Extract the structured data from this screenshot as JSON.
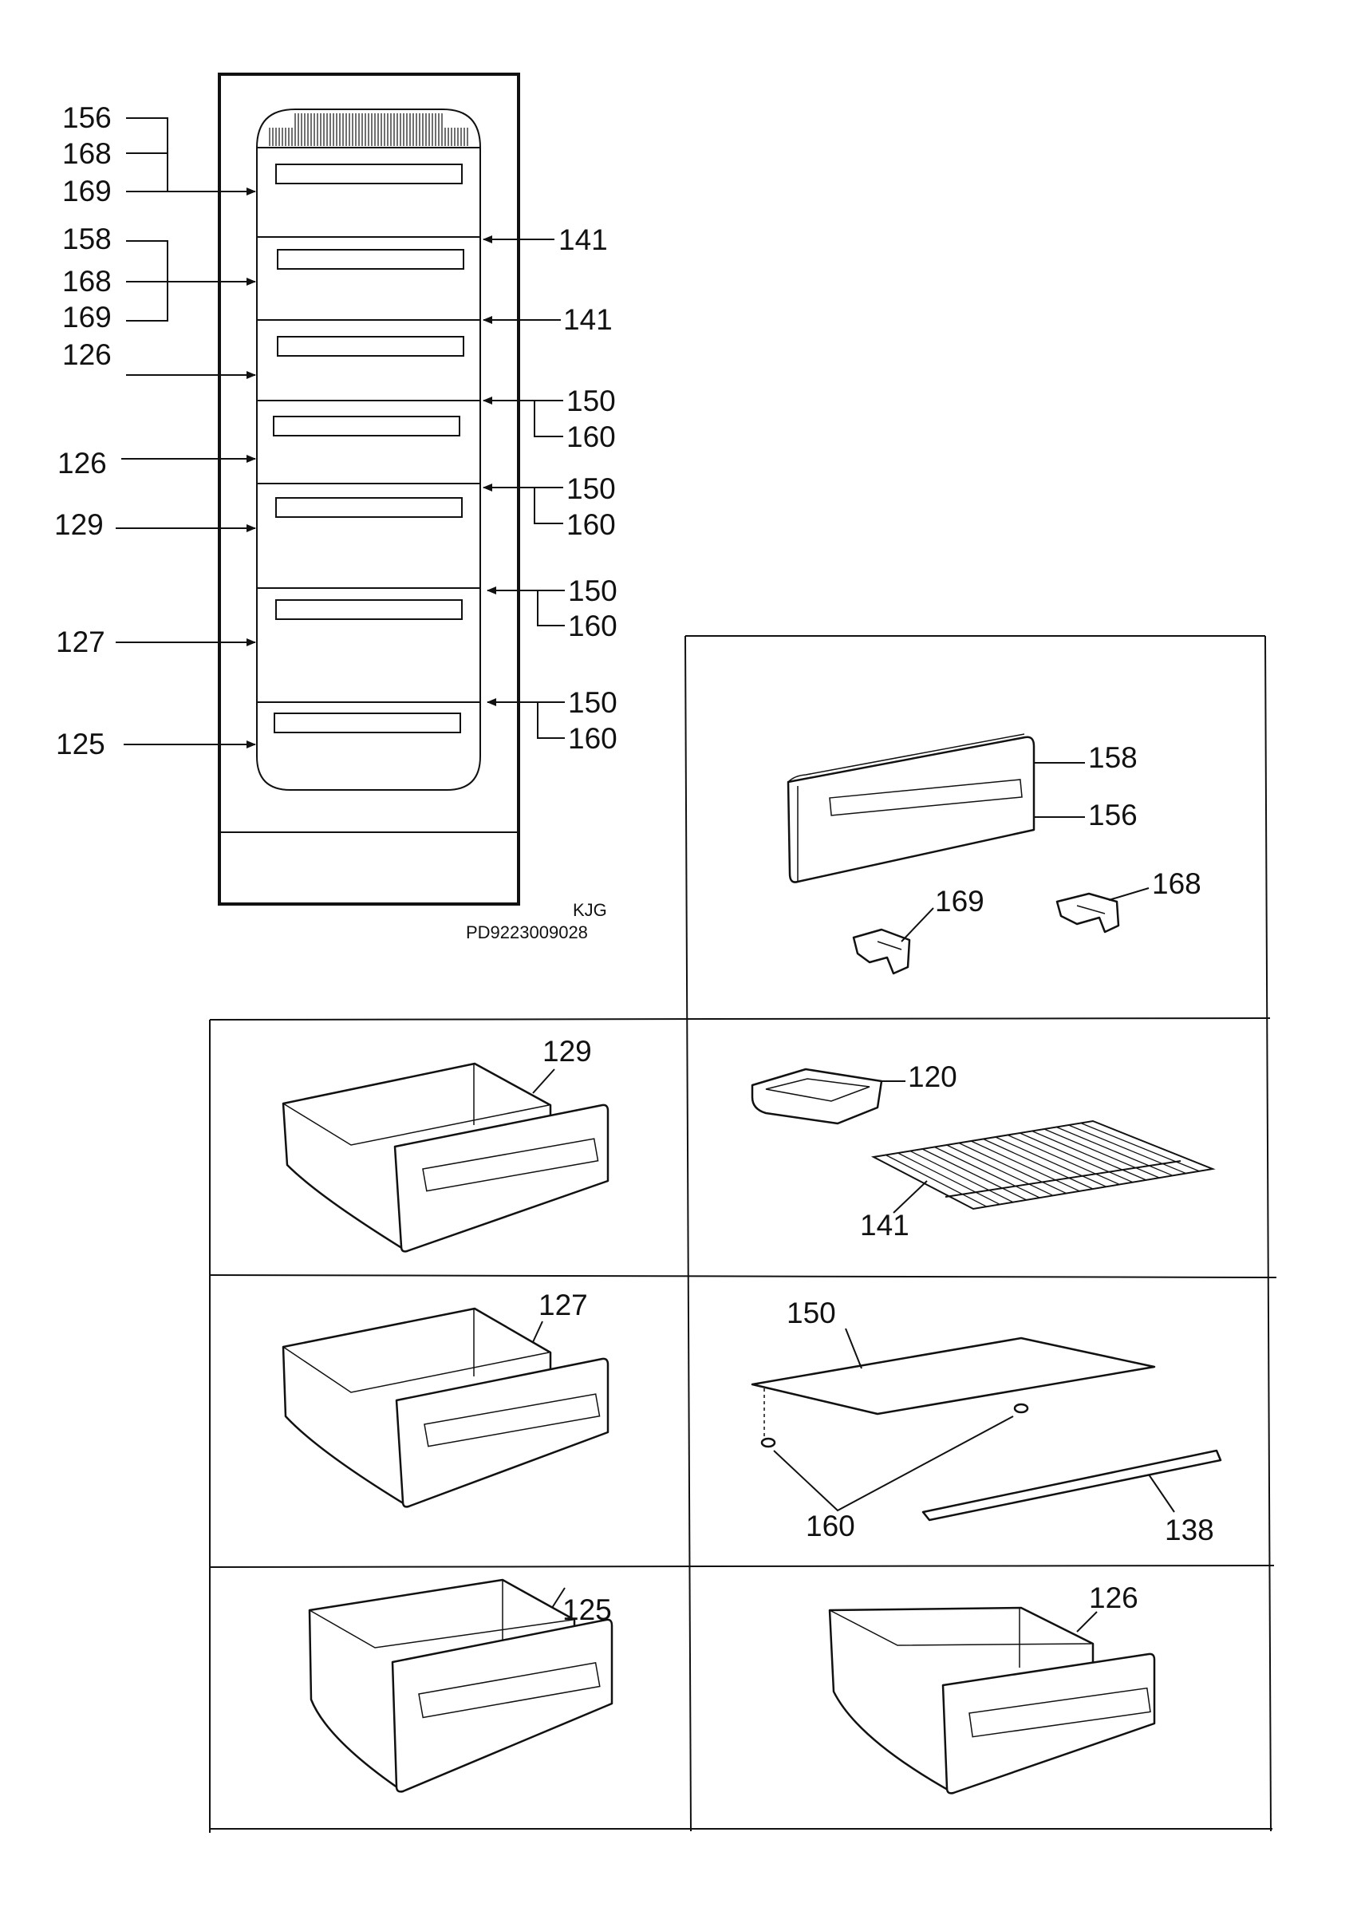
{
  "overview_labels": {
    "l156": "156",
    "l168a": "168",
    "l169a": "169",
    "l158": "158",
    "l168b": "168",
    "l169b": "169",
    "l126a": "126",
    "l126b": "126",
    "l129": "129",
    "l127": "127",
    "l125": "125",
    "r141a": "141",
    "r141b": "141",
    "r150a": "150",
    "r160a": "160",
    "r150b": "150",
    "r160b": "160",
    "r150c": "150",
    "r160c": "160",
    "r150d": "150",
    "r160d": "160"
  },
  "drawing_ref": {
    "code1": "KJG",
    "code2": "PD9223009028"
  },
  "part_labels": {
    "p158": "158",
    "p156": "156",
    "p169": "169",
    "p168": "168",
    "p129": "129",
    "p120": "120",
    "p141": "141",
    "p127": "127",
    "p150": "150",
    "p160": "160",
    "p138": "138",
    "p125": "125",
    "p126": "126"
  }
}
